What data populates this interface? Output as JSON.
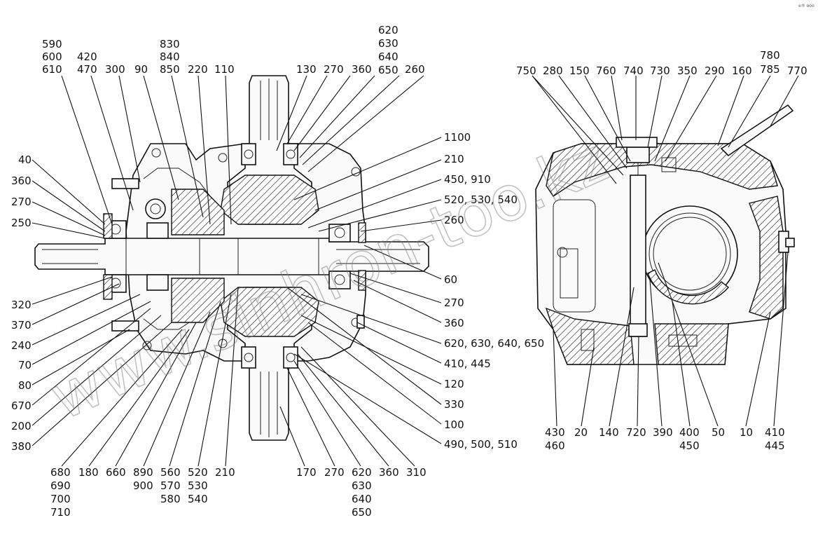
{
  "corner_mark": "e® ooo",
  "watermark": "www.sinhron-too.kz",
  "left_view": {
    "labels": [
      {
        "id": "l-590",
        "lines": [
          "590",
          "600",
          "610"
        ]
      },
      {
        "id": "l-420",
        "lines": [
          "420",
          "470"
        ]
      },
      {
        "id": "l-300",
        "lines": [
          "300"
        ]
      },
      {
        "id": "l-90",
        "lines": [
          "90"
        ]
      },
      {
        "id": "l-830",
        "lines": [
          "830",
          "840",
          "850"
        ]
      },
      {
        "id": "l-220",
        "lines": [
          "220"
        ]
      },
      {
        "id": "l-110",
        "lines": [
          "110"
        ]
      },
      {
        "id": "l-130",
        "lines": [
          "130"
        ]
      },
      {
        "id": "l-270a",
        "lines": [
          "270"
        ]
      },
      {
        "id": "l-360a",
        "lines": [
          "360"
        ]
      },
      {
        "id": "l-620a",
        "lines": [
          "620",
          "630",
          "640",
          "650"
        ]
      },
      {
        "id": "l-260a",
        "lines": [
          "260"
        ]
      },
      {
        "id": "l-1100",
        "lines": [
          "1100"
        ]
      },
      {
        "id": "l-210a",
        "lines": [
          "210"
        ]
      },
      {
        "id": "l-450",
        "lines": [
          "450, 910"
        ]
      },
      {
        "id": "l-520a",
        "lines": [
          "520, 530, 540"
        ]
      },
      {
        "id": "l-260b",
        "lines": [
          "260"
        ]
      },
      {
        "id": "l-60",
        "lines": [
          "60"
        ]
      },
      {
        "id": "l-270b",
        "lines": [
          "270"
        ]
      },
      {
        "id": "l-360b",
        "lines": [
          "360"
        ]
      },
      {
        "id": "l-620b",
        "lines": [
          "620, 630, 640, 650"
        ]
      },
      {
        "id": "l-410a",
        "lines": [
          "410, 445"
        ]
      },
      {
        "id": "l-120",
        "lines": [
          "120"
        ]
      },
      {
        "id": "l-330",
        "lines": [
          "330"
        ]
      },
      {
        "id": "l-100",
        "lines": [
          "100"
        ]
      },
      {
        "id": "l-490",
        "lines": [
          "490, 500, 510"
        ]
      },
      {
        "id": "l-40",
        "lines": [
          "40"
        ]
      },
      {
        "id": "l-360c",
        "lines": [
          "360"
        ]
      },
      {
        "id": "l-270c",
        "lines": [
          "270"
        ]
      },
      {
        "id": "l-250",
        "lines": [
          "250"
        ]
      },
      {
        "id": "l-320",
        "lines": [
          "320"
        ]
      },
      {
        "id": "l-370",
        "lines": [
          "370"
        ]
      },
      {
        "id": "l-240",
        "lines": [
          "240"
        ]
      },
      {
        "id": "l-70",
        "lines": [
          "70"
        ]
      },
      {
        "id": "l-80",
        "lines": [
          "80"
        ]
      },
      {
        "id": "l-670",
        "lines": [
          "670"
        ]
      },
      {
        "id": "l-200",
        "lines": [
          "200"
        ]
      },
      {
        "id": "l-380",
        "lines": [
          "380"
        ]
      },
      {
        "id": "l-680",
        "lines": [
          "680",
          "690",
          "700",
          "710"
        ]
      },
      {
        "id": "l-180",
        "lines": [
          "180"
        ]
      },
      {
        "id": "l-660",
        "lines": [
          "660"
        ]
      },
      {
        "id": "l-890",
        "lines": [
          "890",
          "900"
        ]
      },
      {
        "id": "l-560",
        "lines": [
          "560",
          "570",
          "580"
        ]
      },
      {
        "id": "l-520b",
        "lines": [
          "520",
          "530",
          "540"
        ]
      },
      {
        "id": "l-210b",
        "lines": [
          "210"
        ]
      },
      {
        "id": "l-170",
        "lines": [
          "170"
        ]
      },
      {
        "id": "l-270d",
        "lines": [
          "270"
        ]
      },
      {
        "id": "l-620c",
        "lines": [
          "620",
          "630",
          "640",
          "650"
        ]
      },
      {
        "id": "l-360d",
        "lines": [
          "360"
        ]
      },
      {
        "id": "l-310",
        "lines": [
          "310"
        ]
      }
    ]
  },
  "right_view": {
    "labels": [
      {
        "id": "r-750",
        "lines": [
          "750"
        ]
      },
      {
        "id": "r-280",
        "lines": [
          "280"
        ]
      },
      {
        "id": "r-150",
        "lines": [
          "150"
        ]
      },
      {
        "id": "r-760",
        "lines": [
          "760"
        ]
      },
      {
        "id": "r-740",
        "lines": [
          "740"
        ]
      },
      {
        "id": "r-730",
        "lines": [
          "730"
        ]
      },
      {
        "id": "r-350",
        "lines": [
          "350"
        ]
      },
      {
        "id": "r-290",
        "lines": [
          "290"
        ]
      },
      {
        "id": "r-160",
        "lines": [
          "160"
        ]
      },
      {
        "id": "r-780",
        "lines": [
          "780",
          "785"
        ]
      },
      {
        "id": "r-770",
        "lines": [
          "770"
        ]
      },
      {
        "id": "r-430",
        "lines": [
          "430",
          "460"
        ]
      },
      {
        "id": "r-20",
        "lines": [
          "20"
        ]
      },
      {
        "id": "r-140",
        "lines": [
          "140"
        ]
      },
      {
        "id": "r-720",
        "lines": [
          "720"
        ]
      },
      {
        "id": "r-390",
        "lines": [
          "390"
        ]
      },
      {
        "id": "r-400",
        "lines": [
          "400",
          "450"
        ]
      },
      {
        "id": "r-50",
        "lines": [
          "50"
        ]
      },
      {
        "id": "r-10",
        "lines": [
          "10"
        ]
      },
      {
        "id": "r-410",
        "lines": [
          "410",
          "445"
        ]
      }
    ]
  }
}
